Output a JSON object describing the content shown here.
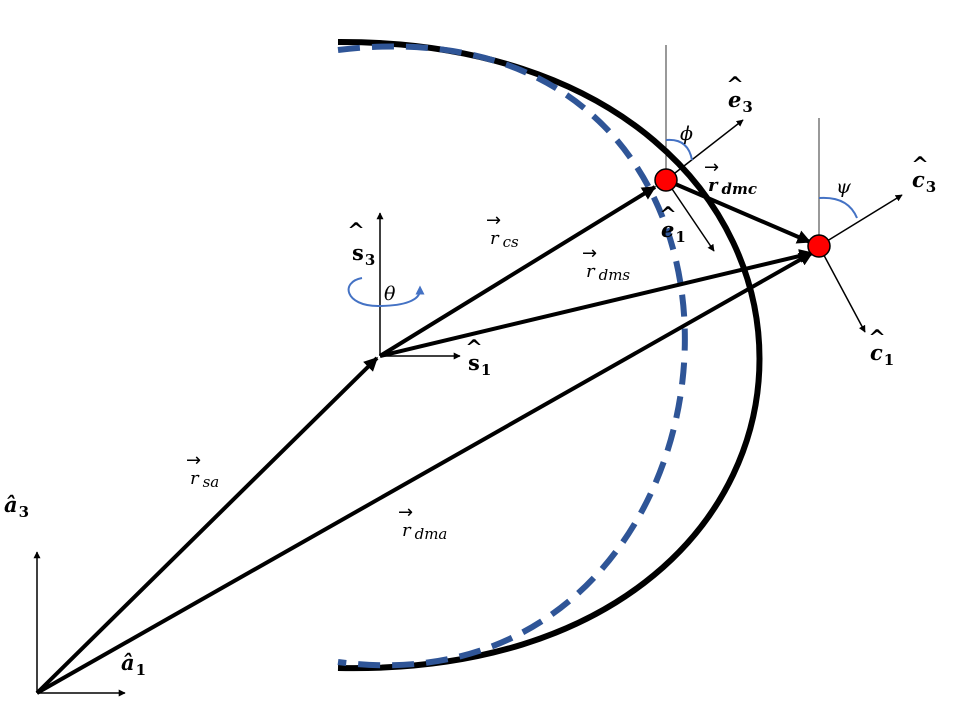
{
  "colors": {
    "ink": "#000000",
    "dashed_circle": "#2F5597",
    "mass_point": "#FF0000",
    "angle_arc": "#4472C4"
  },
  "frames": {
    "a": {
      "hat": "â",
      "letter": "a",
      "axis1": "1",
      "axis3": "3"
    },
    "s": {
      "letter": "s",
      "axis1": "1",
      "axis3": "3"
    },
    "e": {
      "letter": "e",
      "axis1": "1",
      "axis3": "3"
    },
    "c": {
      "letter": "c",
      "axis1": "1",
      "axis3": "3"
    }
  },
  "vectors": {
    "r_sa": {
      "base": "r",
      "sub": "sa"
    },
    "r_cs": {
      "base": "r",
      "sub": "cs"
    },
    "r_dms": {
      "base": "r",
      "sub": "dms"
    },
    "r_dma": {
      "base": "r",
      "sub": "dma"
    },
    "r_dmc": {
      "base": "r",
      "sub": "dmc"
    }
  },
  "angles": {
    "theta": "θ",
    "phi": "ϕ",
    "psi": "ψ"
  },
  "hat_glyph": "^",
  "arrow_glyph": "→"
}
